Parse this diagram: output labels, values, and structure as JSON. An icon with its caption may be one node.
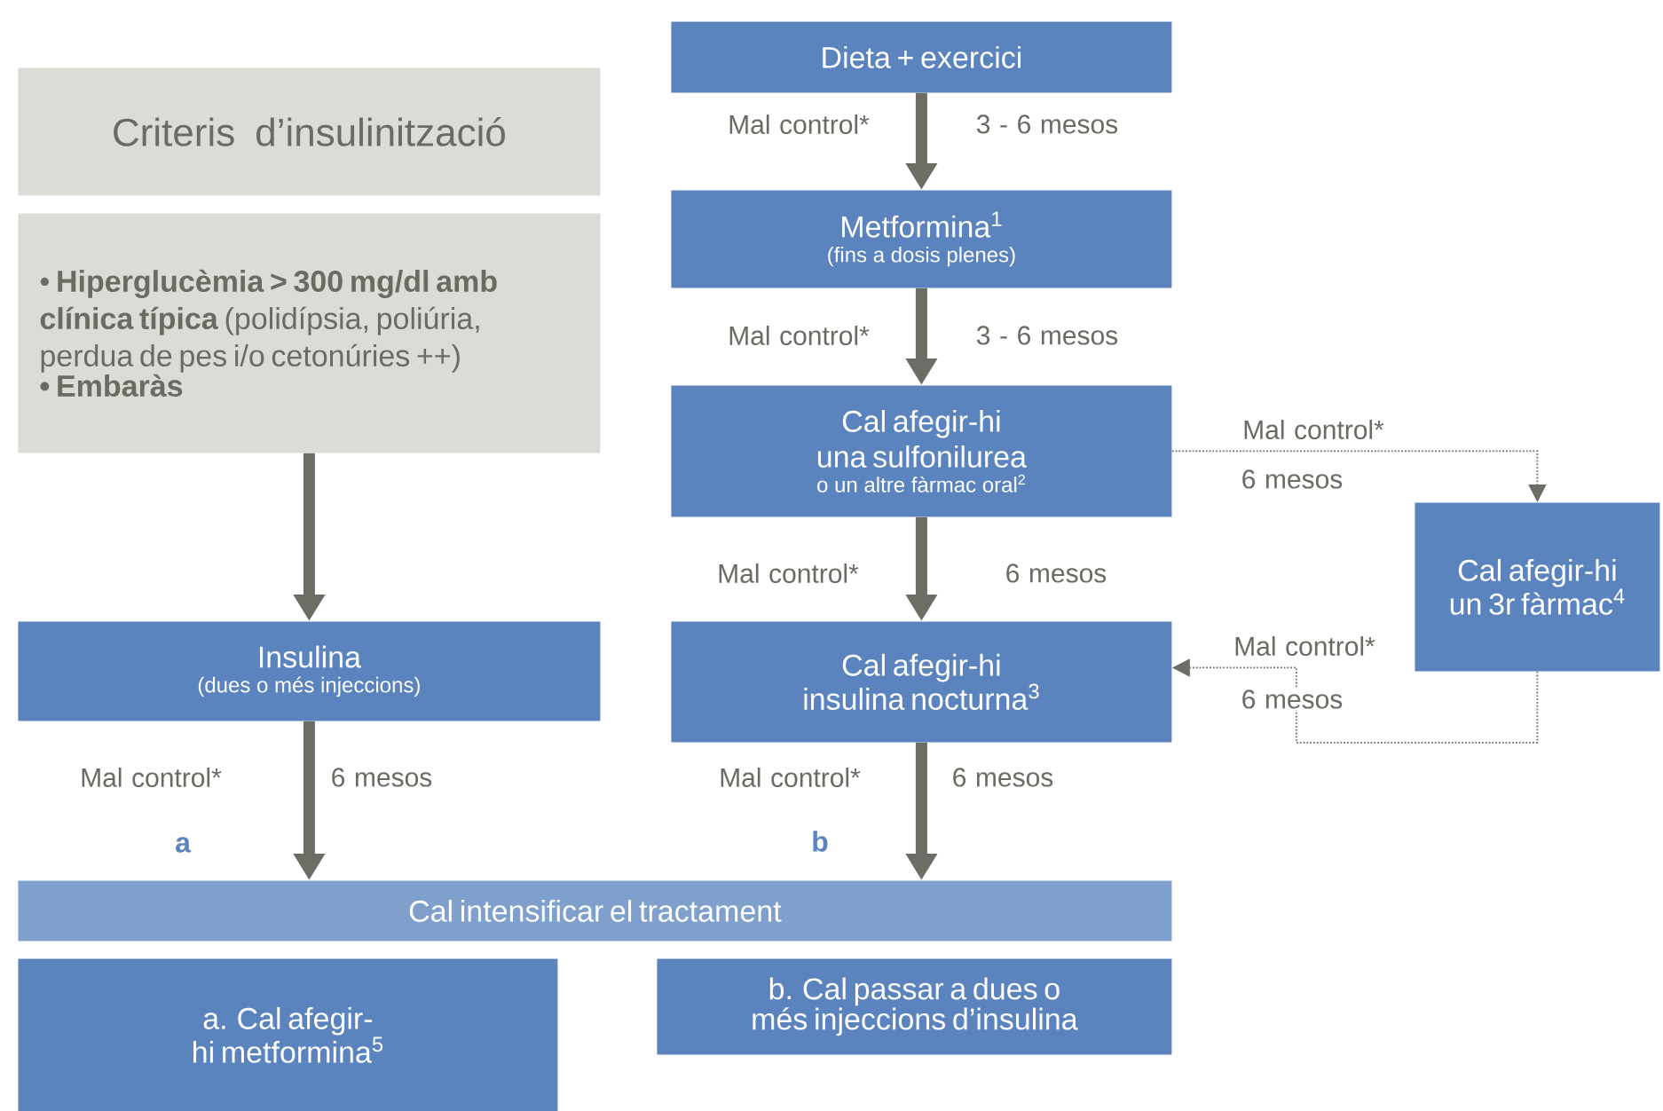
{
  "diagram": {
    "nodes": [
      {
        "text": [
          "Criteris d’insulinització"
        ]
      },
      {
        "text": [
          "• **Hiperglucèmia > 300 mg/dl amb clínica típica** (polidípsia, poliúria, perdua de pes i/o cetonúries ++)",
          "• Embaràs"
        ]
      },
      {
        "text": [
          "Insulina",
          "(dues o més injeccions)"
        ]
      },
      {
        "text": [
          "Dieta + exercici"
        ]
      },
      {
        "text": [
          "Metformina$^{1}$",
          "(fins a dosis plenes)"
        ]
      },
      {
        "text": [
          "Cal afegir-hi una sulfonilurea",
          "o un altre fàrmac oral$^{2}$"
        ]
      },
      {
        "text": [
          "Cal afegir-hi un 3r fàrmac$^{4}$"
        ]
      },
      {
        "text": [
          "Cal afegir-hi insulina nocturna$^{3}$"
        ]
      },
      {
        "text": [
          "Cal intensificar el tractament"
        ]
      },
      {
        "text": [
          "a. Cal afegir-hi metformina$^{5}$"
        ]
      },
      {
        "text": [
          "b. Cal passar a dues o més injeccions d’insulina"
        ]
      }
    ],
    "edges": [
      {
        "from": 1,
        "to": 2,
        "arrow": "to"
      },
      {
        "from": 3,
        "to": 4,
        "arrow": "to",
        "label": "Mal control*"
      },
      {
        "from": 4,
        "to": 5,
        "arrow": "to",
        "label": "Mal control*"
      },
      {
        "from": 5,
        "to": 6,
        "arrow": "to",
        "label": "Mal control*",
        "style": "dashed"
      },
      {
        "from": 5,
        "to": 7,
        "arrow": "to",
        "label": "Mal control*"
      },
      {
        "from": 6,
        "to": 7,
        "arrow": "to",
        "label": "Mal control*",
        "style": "dashed"
      },
      {
        "from": 2,
        "to": 8,
        "arrow": "to",
        "label": "Mal control*"
      },
      {
        "from": 7,
        "to": 8,
        "arrow": "to",
        "label": "Mal control*"
      }
    ],
    "labels": [
      "3 - 6 mesos",
      "3 - 6 mesos",
      "6 mesos",
      "6 mesos",
      "6 mesos",
      "6 mesos",
      "6 mesos",
      "a",
      "b"
    ]
  }
}
